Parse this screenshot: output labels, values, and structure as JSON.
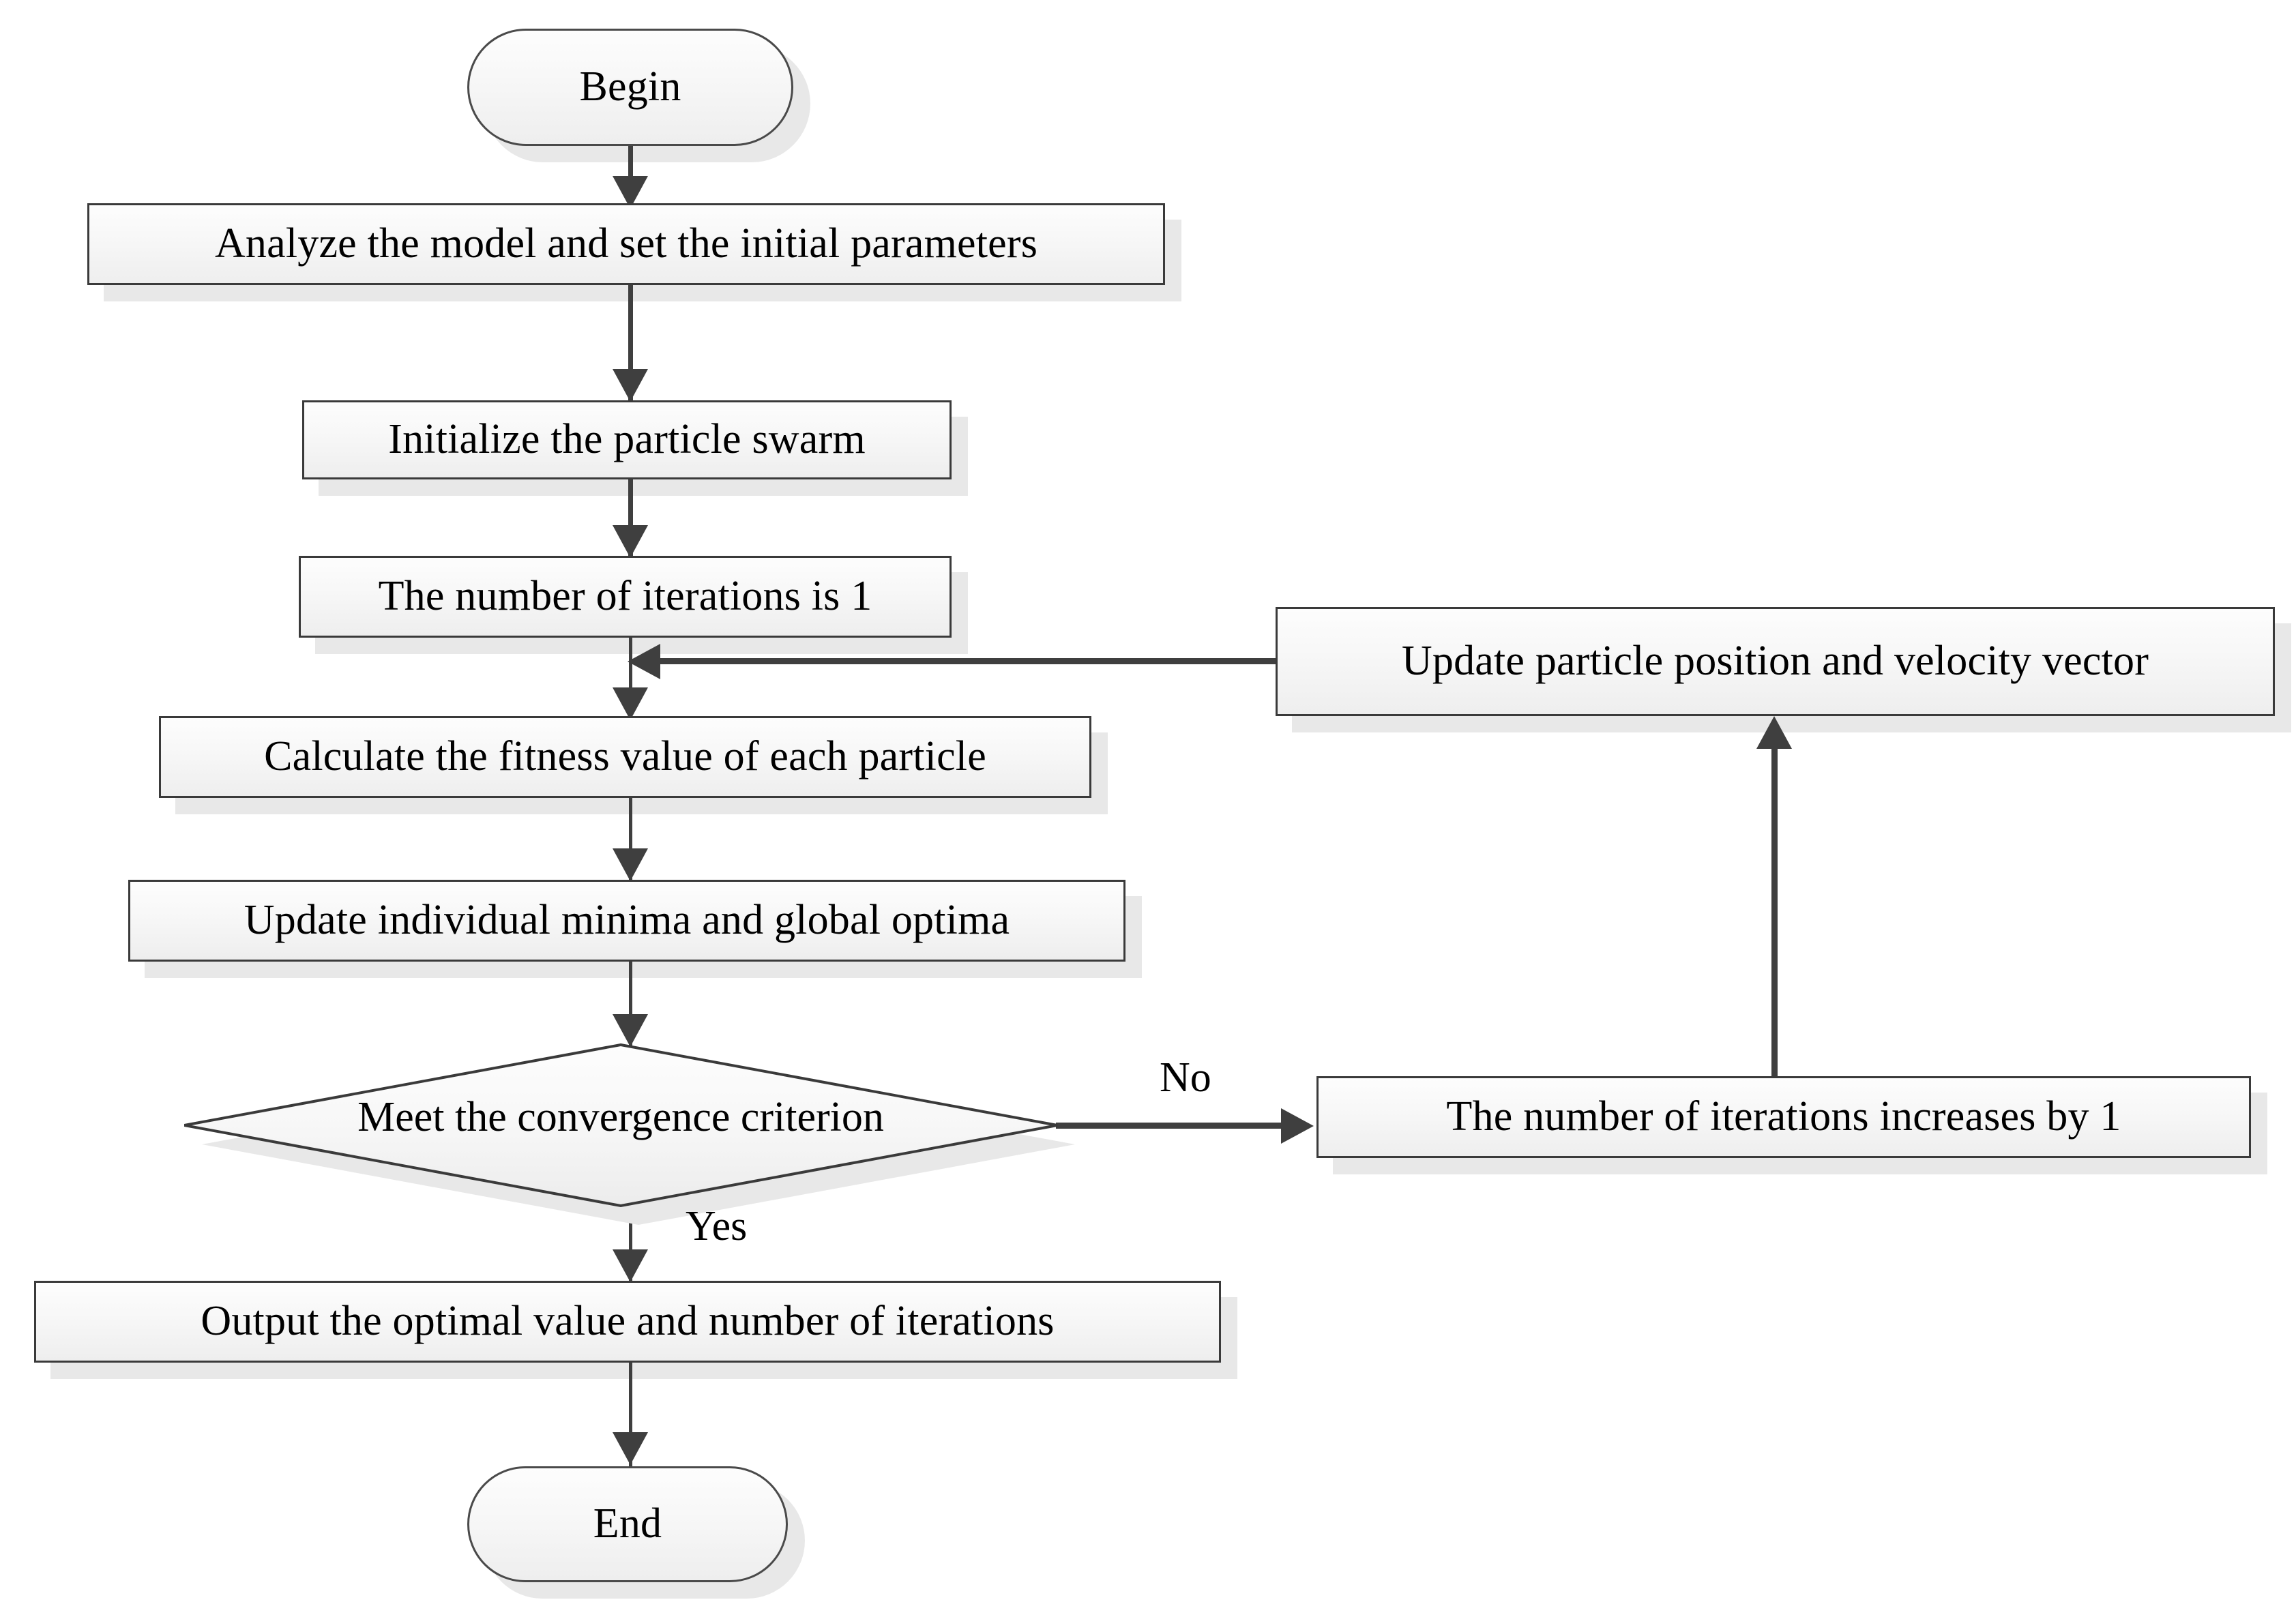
{
  "diagram": {
    "type": "flowchart",
    "title": "Particle Swarm Optimization flowchart",
    "orientation": "top-to-bottom with feedback loop",
    "style": {
      "node_fill": "#f4f4f4",
      "node_border": "#3a3a3a",
      "connector": "#3f3f3f",
      "shadow": "#e8e8e8",
      "background": "#ffffff",
      "text": "#000000"
    },
    "nodes": [
      {
        "id": "begin",
        "shape": "terminator",
        "label": "Begin"
      },
      {
        "id": "analyze",
        "shape": "process",
        "label": "Analyze the model and set the initial parameters"
      },
      {
        "id": "init",
        "shape": "process",
        "label": "Initialize the particle swarm"
      },
      {
        "id": "iter1",
        "shape": "process",
        "label": "The number of iterations is 1"
      },
      {
        "id": "update_pv",
        "shape": "process",
        "label": "Update particle position and velocity vector"
      },
      {
        "id": "fitness",
        "shape": "process",
        "label": "Calculate the fitness value of each particle"
      },
      {
        "id": "update_opt",
        "shape": "process",
        "label": "Update individual minima and global optima"
      },
      {
        "id": "converge",
        "shape": "decision",
        "label": "Meet the convergence criterion"
      },
      {
        "id": "iter_inc",
        "shape": "process",
        "label": "The number of iterations increases by 1"
      },
      {
        "id": "output",
        "shape": "process",
        "label": "Output the optimal value and number of iterations"
      },
      {
        "id": "end",
        "shape": "terminator",
        "label": "End"
      }
    ],
    "edges": [
      {
        "from": "begin",
        "to": "analyze",
        "label": ""
      },
      {
        "from": "analyze",
        "to": "init",
        "label": ""
      },
      {
        "from": "init",
        "to": "iter1",
        "label": ""
      },
      {
        "from": "iter1",
        "to": "fitness",
        "label": ""
      },
      {
        "from": "fitness",
        "to": "update_opt",
        "label": ""
      },
      {
        "from": "update_opt",
        "to": "converge",
        "label": ""
      },
      {
        "from": "converge",
        "to": "iter_inc",
        "label": "No"
      },
      {
        "from": "converge",
        "to": "output",
        "label": "Yes"
      },
      {
        "from": "iter_inc",
        "to": "update_pv",
        "label": ""
      },
      {
        "from": "update_pv",
        "to": "fitness",
        "label": ""
      },
      {
        "from": "output",
        "to": "end",
        "label": ""
      }
    ],
    "edge_labels": {
      "no": "No",
      "yes": "Yes"
    }
  }
}
